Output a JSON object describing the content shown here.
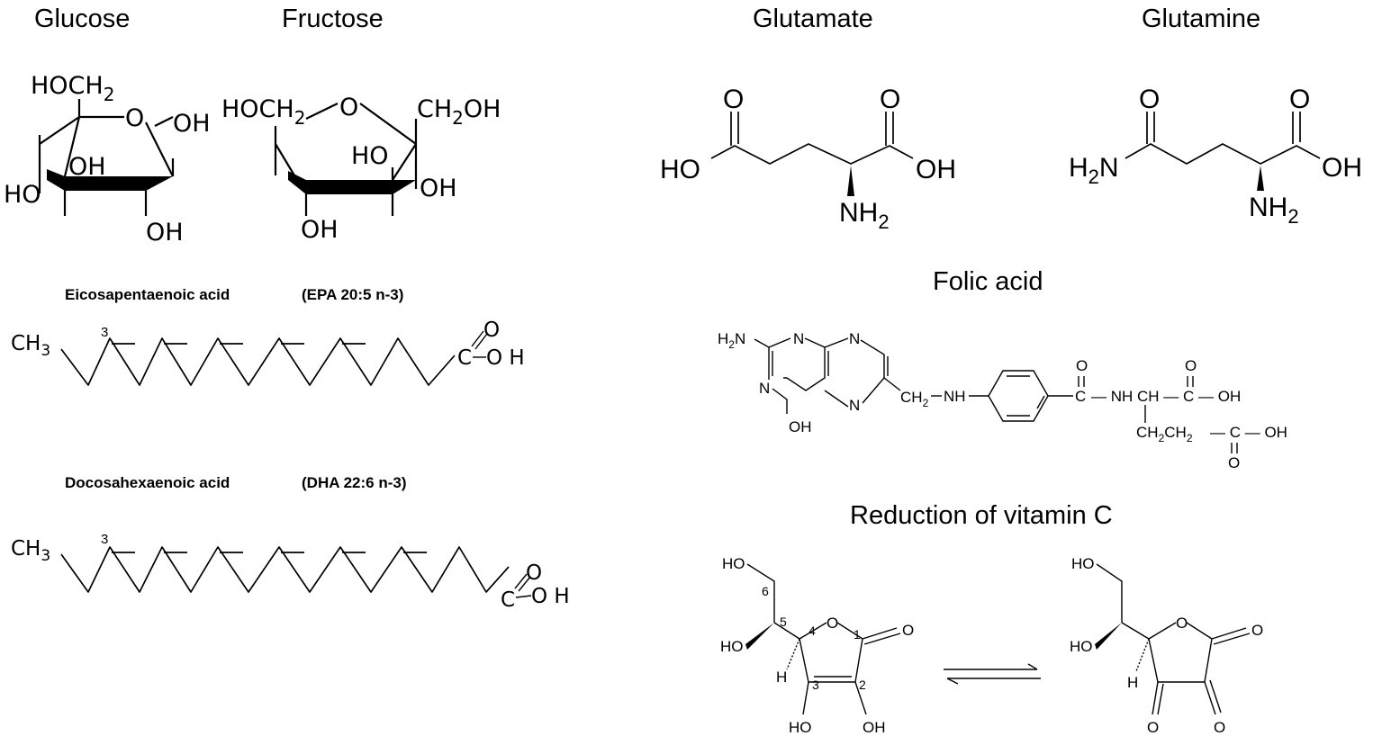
{
  "titles": {
    "glucose": "Glucose",
    "fructose": "Fructose",
    "glutamate": "Glutamate",
    "glutamine": "Glutamine",
    "folic_acid": "Folic acid",
    "vitamin_c": "Reduction of vitamin C"
  },
  "subtitles": {
    "epa_name": "Eicosapentaenoic acid",
    "epa_formula": "(EPA 20:5 n-3)",
    "dha_name": "Docosahexaenoic acid",
    "dha_formula": "(DHA 22:6 n-3)"
  },
  "glucose": {
    "hoch2": "HOCH",
    "sub2": "2",
    "o": "O",
    "oh_right": "OH",
    "oh_inner": "OH",
    "ho_left": "HO",
    "oh_bottom": "OH"
  },
  "fructose": {
    "hoch2": "HOCH",
    "sub2": "2",
    "o": "O",
    "ch2oh_ch": "CH",
    "ch2oh_sub": "2",
    "ch2oh_oh": "OH",
    "ho_inner": "HO",
    "oh_right": "OH",
    "oh_bottom": "OH"
  },
  "glutamate": {
    "o1": "O",
    "o2": "O",
    "ho": "HO",
    "oh": "OH",
    "nh": "NH",
    "sub2": "2"
  },
  "glutamine": {
    "o1": "O",
    "o2": "O",
    "h2n_h": "H",
    "h2n_2": "2",
    "h2n_n": "N",
    "oh": "OH",
    "nh": "NH",
    "sub2": "2"
  },
  "epa": {
    "ch3": "CH",
    "sub3": "3",
    "pos": "3",
    "o": "O",
    "c": "C",
    "oh": "O H"
  },
  "dha": {
    "ch3": "CH",
    "sub3": "3",
    "pos": "3",
    "o": "O",
    "c": "C",
    "oh": "O H"
  },
  "folic": {
    "h2n_h": "H",
    "h2n_2": "2",
    "h2n_n": "N",
    "n1": "N",
    "n2": "N",
    "n3": "N",
    "n4": "N",
    "oh_ring": "OH",
    "ch2": "CH",
    "ch2_sub": "2",
    "nh": "NH",
    "c_o": "C",
    "o_amide": "O",
    "amide": "— NH CH — C — OH",
    "o_acid1": "O",
    "ch2ch2": "CH",
    "ch2ch2_sub": "2",
    "ch2ch2_2": "CH",
    "ch2ch2_sub2": "2",
    "chain_end": "— C — OH",
    "o_acid2": "O"
  },
  "vitc": {
    "left": {
      "ho_top": "HO",
      "ho_left": "HO",
      "o_ring": "O",
      "o_keto": "O",
      "h": "H",
      "oh_left": "HO",
      "oh_right": "OH",
      "n6": "6",
      "n5": "5",
      "n4": "4",
      "n3": "3",
      "n2": "2",
      "n1": "1"
    },
    "right": {
      "ho_top": "HO",
      "ho_left": "HO",
      "o_ring": "O",
      "o_keto": "O",
      "h": "H",
      "o_left": "O",
      "o_right": "O"
    }
  }
}
